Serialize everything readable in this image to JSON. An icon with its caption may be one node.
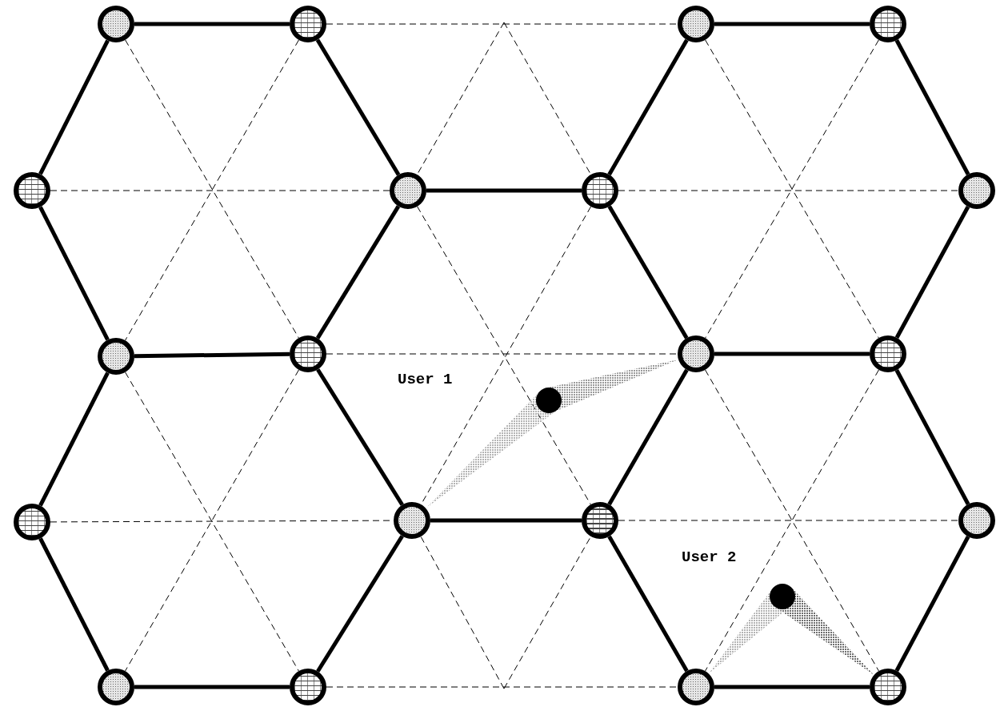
{
  "diagram": {
    "nodes": [
      {
        "text": [],
        "shape": "circle"
      },
      {
        "text": [],
        "shape": "circle"
      },
      {
        "text": [],
        "shape": "circle"
      },
      {
        "text": [],
        "shape": "circle"
      },
      {
        "text": [],
        "shape": "circle"
      },
      {
        "text": [],
        "shape": "circle"
      },
      {
        "text": [],
        "shape": "circle"
      },
      {
        "text": [],
        "shape": "circle"
      },
      {
        "text": [],
        "shape": "circle"
      },
      {
        "text": [],
        "shape": "circle"
      },
      {
        "text": [],
        "shape": "circle"
      },
      {
        "text": [],
        "shape": "circle"
      },
      {
        "text": [],
        "shape": "circle"
      },
      {
        "text": [],
        "shape": "circle"
      },
      {
        "text": [],
        "shape": "circle"
      },
      {
        "text": [],
        "shape": "circle"
      },
      {
        "text": [],
        "shape": "circle"
      },
      {
        "text": [],
        "shape": "circle"
      },
      {
        "text": [],
        "shape": "circle"
      },
      {
        "text": [],
        "shape": "circle"
      },
      {
        "text": [],
        "shape": "circle"
      },
      {
        "text": [],
        "shape": "circle"
      }
    ],
    "edges": [
      {
        "from": 0,
        "to": 1,
        "arrow": "none"
      },
      {
        "from": 0,
        "to": 4,
        "arrow": "none"
      },
      {
        "from": 1,
        "to": 5,
        "arrow": "none"
      },
      {
        "from": 4,
        "to": 8,
        "arrow": "none"
      },
      {
        "from": 5,
        "to": 9,
        "arrow": "none"
      },
      {
        "from": 8,
        "to": 9,
        "arrow": "none"
      },
      {
        "from": 8,
        "to": 13,
        "arrow": "none"
      },
      {
        "from": 9,
        "to": 14,
        "arrow": "none"
      },
      {
        "from": 13,
        "to": 18,
        "arrow": "none"
      },
      {
        "from": 14,
        "to": 19,
        "arrow": "none"
      },
      {
        "from": 18,
        "to": 19,
        "arrow": "none"
      },
      {
        "from": 5,
        "to": 6,
        "arrow": "none"
      },
      {
        "from": 14,
        "to": 15,
        "arrow": "none"
      },
      {
        "from": 2,
        "to": 3,
        "arrow": "none"
      },
      {
        "from": 2,
        "to": 6,
        "arrow": "none"
      },
      {
        "from": 3,
        "to": 7,
        "arrow": "none"
      },
      {
        "from": 6,
        "to": 10,
        "arrow": "none"
      },
      {
        "from": 7,
        "to": 11,
        "arrow": "none"
      },
      {
        "from": 10,
        "to": 11,
        "arrow": "none"
      },
      {
        "from": 10,
        "to": 15,
        "arrow": "none"
      },
      {
        "from": 11,
        "to": 16,
        "arrow": "none"
      },
      {
        "from": 15,
        "to": 20,
        "arrow": "none"
      },
      {
        "from": 16,
        "to": 21,
        "arrow": "none"
      },
      {
        "from": 20,
        "to": 21,
        "arrow": "none"
      },
      {
        "from": 0,
        "to": 9,
        "arrow": "none",
        "style": "dashed"
      },
      {
        "from": 1,
        "to": 8,
        "arrow": "none",
        "style": "dashed"
      },
      {
        "from": 4,
        "to": 5,
        "arrow": "none",
        "style": "dashed"
      },
      {
        "from": 8,
        "to": 19,
        "arrow": "none",
        "style": "dashed"
      },
      {
        "from": 9,
        "to": 18,
        "arrow": "none",
        "style": "dashed"
      },
      {
        "from": 13,
        "to": 14,
        "arrow": "none",
        "style": "dashed"
      },
      {
        "from": 2,
        "to": 11,
        "arrow": "none",
        "style": "dashed"
      },
      {
        "from": 3,
        "to": 10,
        "arrow": "none",
        "style": "dashed"
      },
      {
        "from": 6,
        "to": 7,
        "arrow": "none",
        "style": "dashed"
      },
      {
        "from": 10,
        "to": 21,
        "arrow": "none",
        "style": "dashed"
      },
      {
        "from": 11,
        "to": 20,
        "arrow": "none",
        "style": "dashed"
      },
      {
        "from": 15,
        "to": 16,
        "arrow": "none",
        "style": "dashed"
      },
      {
        "from": 5,
        "to": 15,
        "arrow": "none",
        "style": "dashed"
      },
      {
        "from": 6,
        "to": 14,
        "arrow": "none",
        "style": "dashed"
      },
      {
        "from": 9,
        "to": 10,
        "arrow": "none",
        "style": "dashed"
      },
      {
        "from": 1,
        "to": 2,
        "arrow": "none",
        "style": "dashed"
      },
      {
        "from": 19,
        "to": 20,
        "arrow": "none",
        "style": "dashed"
      },
      {
        "from": null,
        "to": 5,
        "arrow": "none",
        "style": "dashed"
      },
      {
        "from": null,
        "to": 6,
        "arrow": "none",
        "style": "dashed"
      },
      {
        "from": null,
        "to": 14,
        "arrow": "none",
        "style": "dashed"
      },
      {
        "from": null,
        "to": 15,
        "arrow": "none",
        "style": "dashed"
      },
      {
        "from": 12,
        "to": 14,
        "arrow": "none",
        "color": "#b4b4b4"
      },
      {
        "from": 12,
        "to": 10,
        "arrow": "none",
        "color": "#9a9a9a"
      },
      {
        "from": 17,
        "to": 20,
        "arrow": "none",
        "color": "#b4b4b4"
      },
      {
        "from": 17,
        "to": 21,
        "arrow": "none",
        "color": "#6e6e6e"
      }
    ],
    "labels": [
      "User 1",
      "User 2"
    ]
  }
}
